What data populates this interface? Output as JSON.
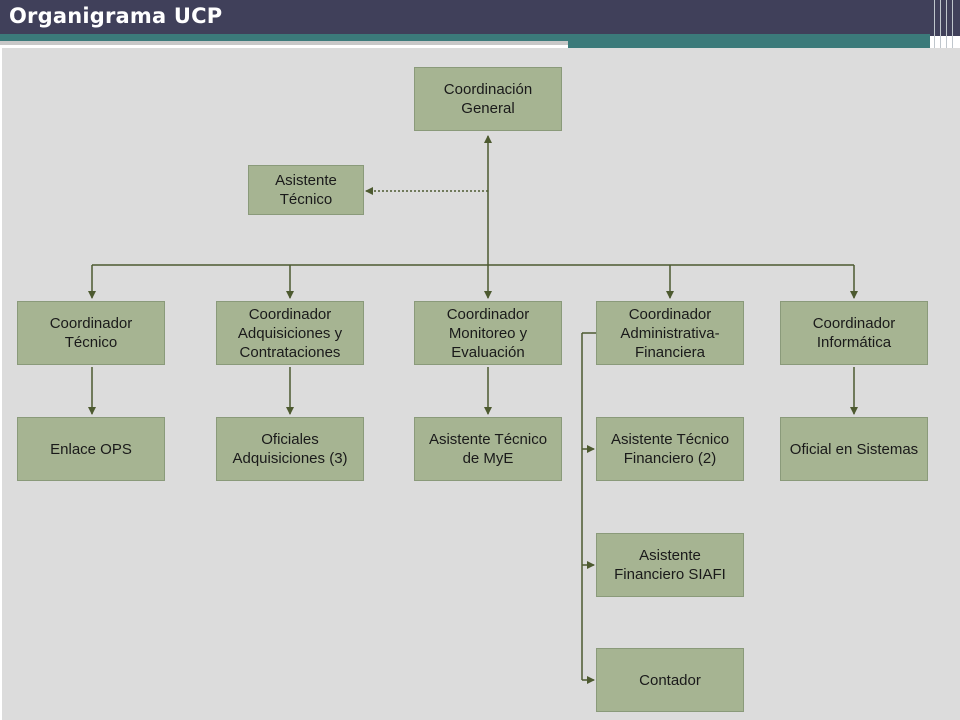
{
  "title": "Organigrama UCP",
  "colors": {
    "header": "#40405a",
    "accent": "#3b7a7a",
    "box": "#a6b492",
    "line": "#4d5a30",
    "background": "#dcdcdc"
  },
  "org": {
    "top": "Coordinación\nGeneral",
    "assistant": "Asistente\nTécnico",
    "coordinators": [
      "Coordinador\nTécnico",
      "Coordinador\nAdquisiciones y\nContrataciones",
      "Coordinador\nMonitoreo y\nEvaluación",
      "Coordinador\nAdministrativa-\nFinanciera",
      "Coordinador\nInformática"
    ],
    "staff": {
      "enlace": "Enlace OPS",
      "oficiales": "Oficiales\nAdquisiciones (3)",
      "asistente_mye": "Asistente Técnico\nde MyE",
      "asistente_financiero": "Asistente Técnico\nFinanciero (2)",
      "asistente_siafi": "Asistente\nFinanciero SIAFI",
      "contador": "Contador",
      "oficial_sistemas": "Oficial en Sistemas"
    }
  }
}
